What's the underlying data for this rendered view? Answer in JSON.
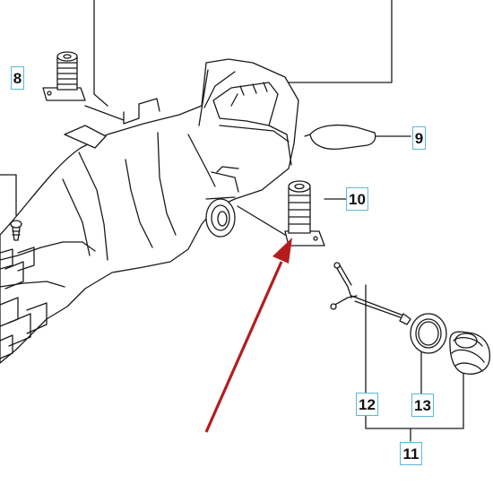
{
  "callouts": {
    "c8": "8",
    "c9": "9",
    "c10": "10",
    "c11": "11",
    "c12": "12",
    "c13": "13"
  },
  "colors": {
    "line": "#1a1a1a",
    "callout_border": "#5bb8d6",
    "arrow": "#b51d1d"
  }
}
